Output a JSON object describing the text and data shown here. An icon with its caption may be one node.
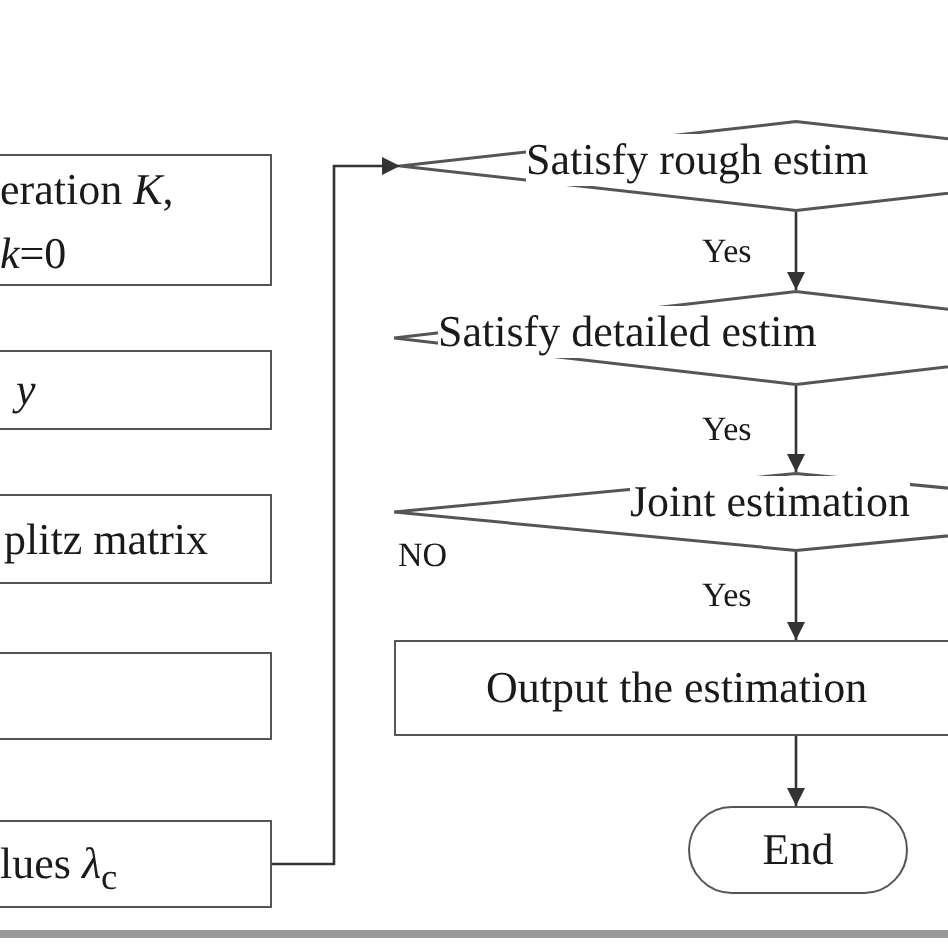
{
  "diagram": {
    "nodes": [
      {
        "text": [
          "eration *K*, *k*=0"
        ]
      },
      {
        "text": [
          "y"
        ]
      },
      {
        "text": [
          "plitz matrix"
        ]
      },
      {
        "text": [],
        "shape": "box"
      },
      {
        "text": [
          "lues *λ*$_{c}$"
        ]
      },
      {
        "text": [
          "Satisfy rough estim"
        ]
      },
      {
        "text": [
          "Satisfy detailed estim"
        ]
      },
      {
        "text": [
          "Joint estimation"
        ]
      },
      {
        "text": [
          "Output the estimation"
        ]
      },
      {
        "text": [
          "End"
        ]
      }
    ],
    "edges": [
      {
        "from": 4,
        "to": 5,
        "arrow": "to"
      },
      {
        "from": 5,
        "to": 6,
        "arrow": "to",
        "label": "Yes"
      },
      {
        "from": 6,
        "to": 7,
        "arrow": "to",
        "label": "Yes"
      },
      {
        "from": 7,
        "to": 8,
        "arrow": "to",
        "label": "Yes"
      },
      {
        "from": 8,
        "to": 9,
        "arrow": "to"
      }
    ],
    "labels": [
      "NO"
    ]
  }
}
